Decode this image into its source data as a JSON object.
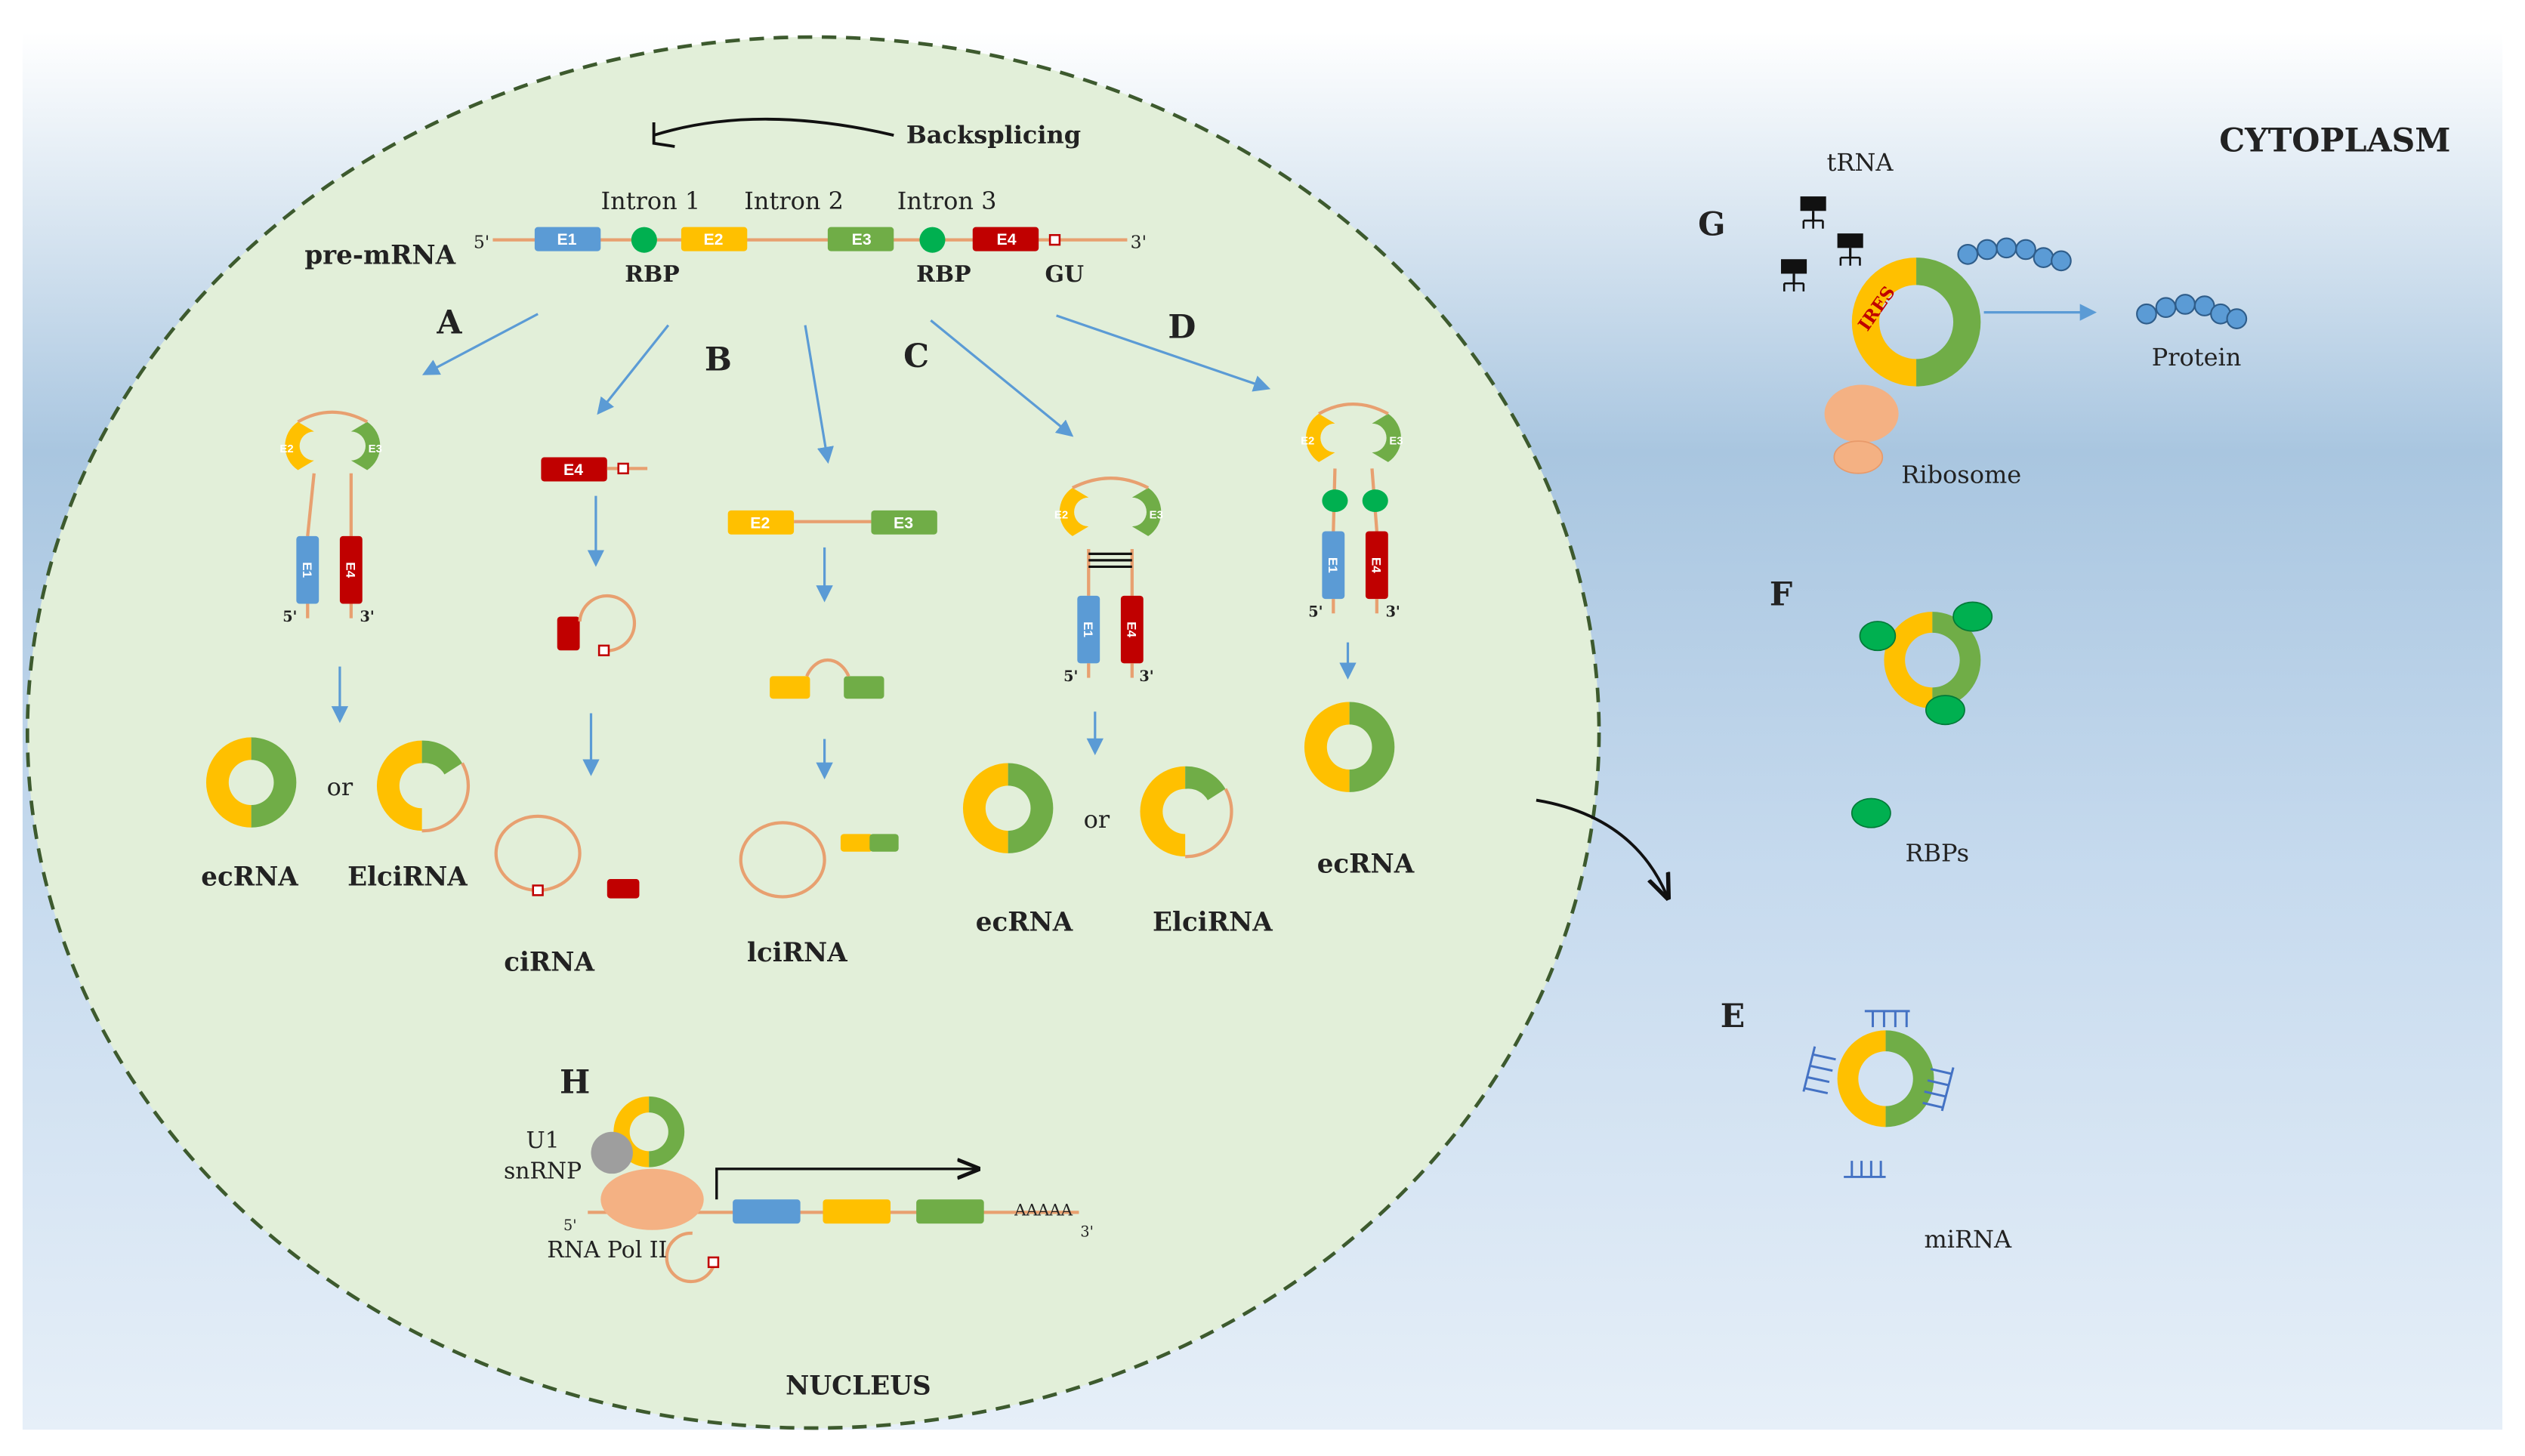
{
  "title": "",
  "regions": {
    "nucleus": "NUCLEUS",
    "cytoplasm": "CYTOPLASM"
  },
  "top": {
    "backsplicing": "Backsplicing",
    "pre_mrna": "pre-mRNA",
    "five_prime": "5'",
    "three_prime": "3'",
    "intron1": "Intron 1",
    "intron2": "Intron 2",
    "intron3": "Intron 3",
    "rbp_left": "RBP",
    "rbp_right": "RBP",
    "gu": "GU",
    "exons": [
      "E1",
      "E2",
      "E3",
      "E4"
    ]
  },
  "panels": {
    "A": "A",
    "B": "B",
    "C": "C",
    "D": "D",
    "E": "E",
    "F": "F",
    "G": "G",
    "H": "H"
  },
  "products": {
    "a_ecrna": "ecRNA",
    "a_or": "or",
    "a_elcirna": "ElciRNA",
    "b1_cirna": "ciRNA",
    "b2_lcirna": "lciRNA",
    "c_ecrna": "ecRNA",
    "c_or": "or",
    "c_elcirna": "ElciRNA",
    "d_ecrna": "ecRNA"
  },
  "hairpin": {
    "five": "5'",
    "three": "3'",
    "e1": "E1",
    "e4": "E4",
    "e2": "E2",
    "e3": "E3"
  },
  "small_exons": {
    "e4": "E4",
    "e2": "E2",
    "e3": "E3"
  },
  "panel_h": {
    "u1": "U1",
    "snrnp": "snRNP",
    "five": "5'",
    "three": "3'",
    "polya": "AAAAA",
    "pol": "RNA Pol II"
  },
  "panel_g": {
    "trna": "tRNA",
    "ires": "IRES",
    "protein": "Protein",
    "ribosome": "Ribosome"
  },
  "panel_f": {
    "rbps": "RBPs"
  },
  "panel_e": {
    "mirna": "miRNA"
  },
  "colors": {
    "exon1": "#5b9bd5",
    "exon2": "#ffc000",
    "exon3": "#70ad47",
    "exon4": "#c00000",
    "intron": "#e8a070",
    "rbp": "#00b050",
    "ribosome": "#f4b183",
    "arrow": "#5b9bd5",
    "nucleus_fill": "#e2efd9",
    "mirna": "#4472c4"
  }
}
